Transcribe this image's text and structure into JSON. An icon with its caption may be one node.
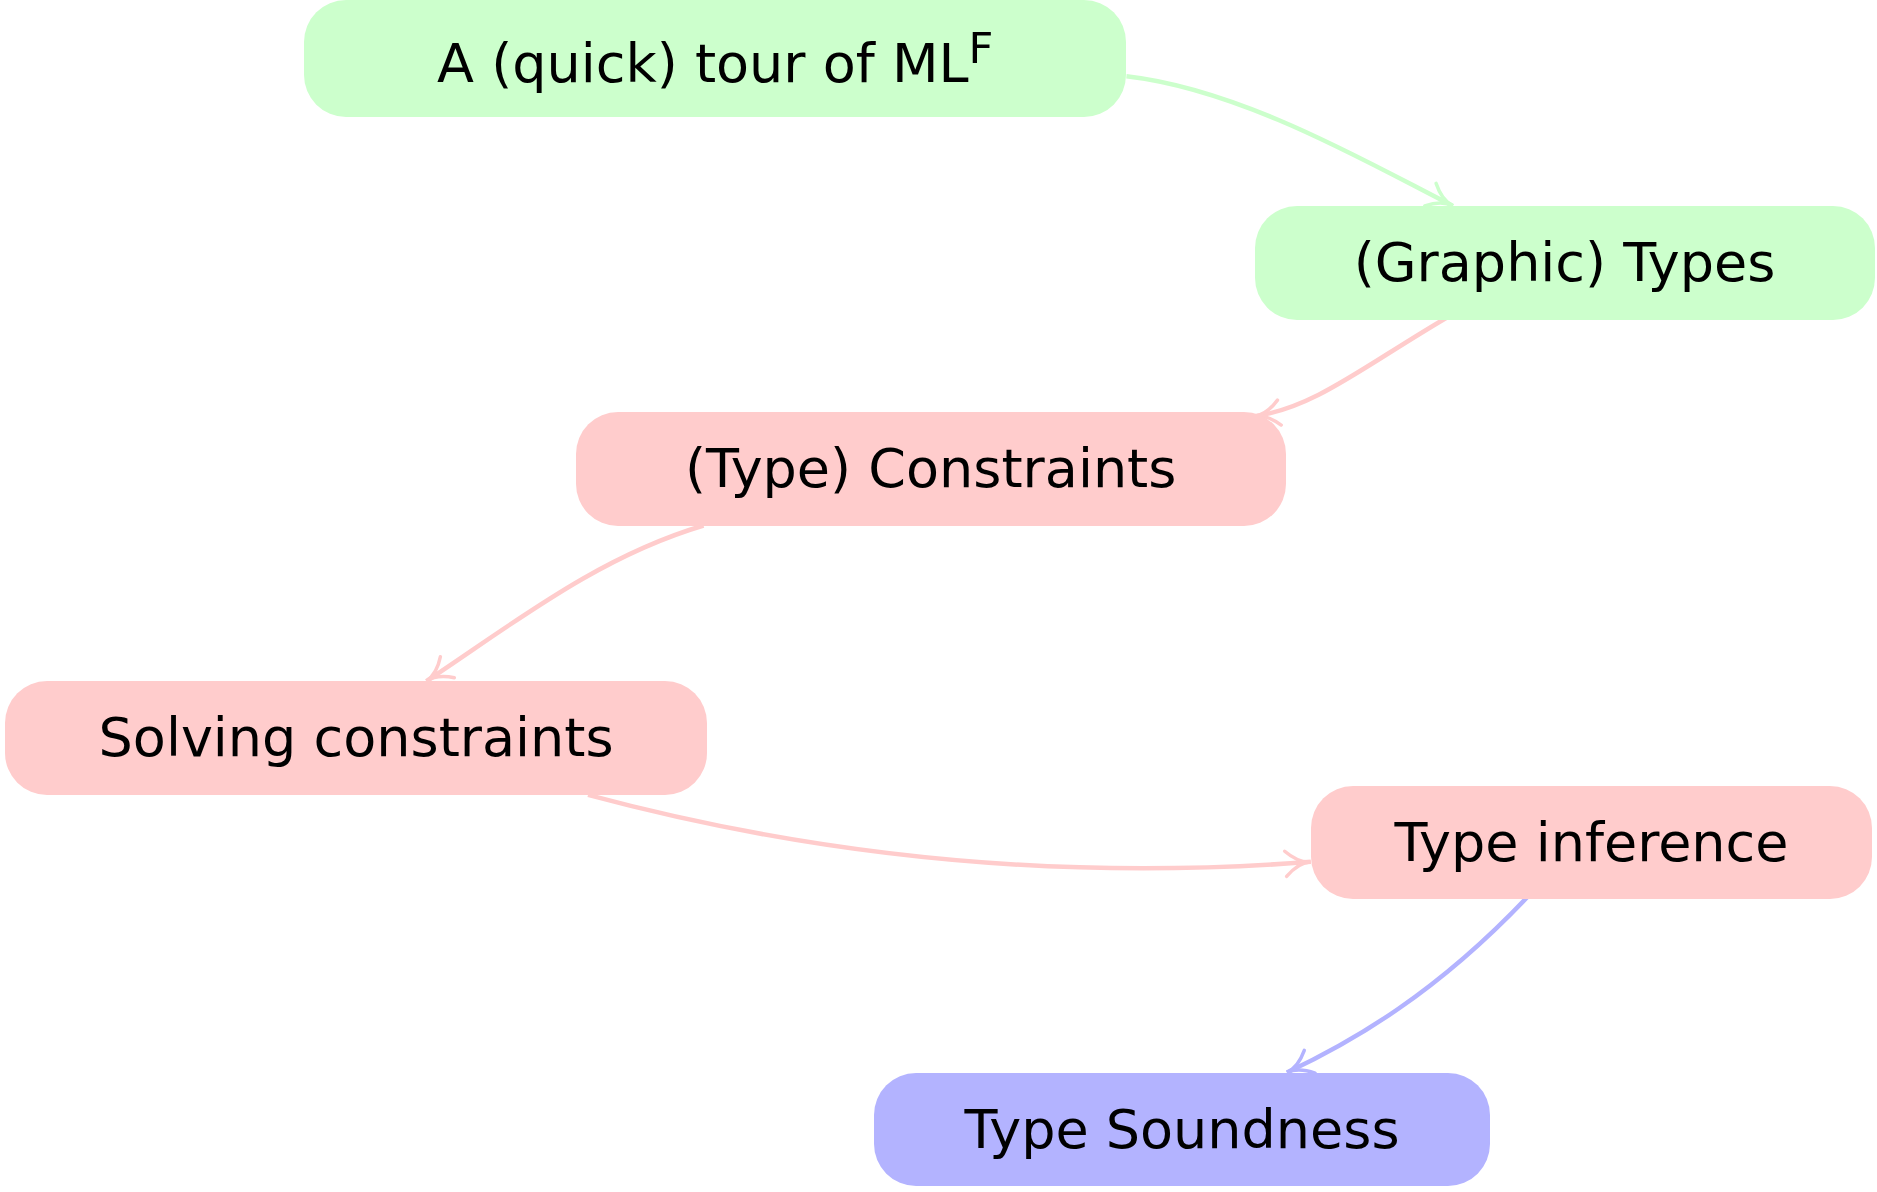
{
  "diagram": {
    "nodes": [
      {
        "text": [
          "A (quick) tour of ML$^{F}$"
        ]
      },
      {
        "text": [
          "(Graphic) Types"
        ]
      },
      {
        "text": [
          "(Type) Constraints"
        ]
      },
      {
        "text": [
          "Solving constraints"
        ]
      },
      {
        "text": [
          "Type inference"
        ]
      },
      {
        "text": [
          "Type Soundness"
        ]
      }
    ],
    "edges": [
      {
        "from": 0,
        "to": 1,
        "arrow": "to",
        "color": "#ccffcc"
      },
      {
        "from": 1,
        "to": 2,
        "arrow": "to"
      },
      {
        "from": 2,
        "to": 3,
        "arrow": "to"
      },
      {
        "from": 3,
        "to": 4,
        "arrow": "to"
      },
      {
        "from": 4,
        "to": 5,
        "arrow": "to",
        "color": "#b3b3ff"
      }
    ]
  }
}
